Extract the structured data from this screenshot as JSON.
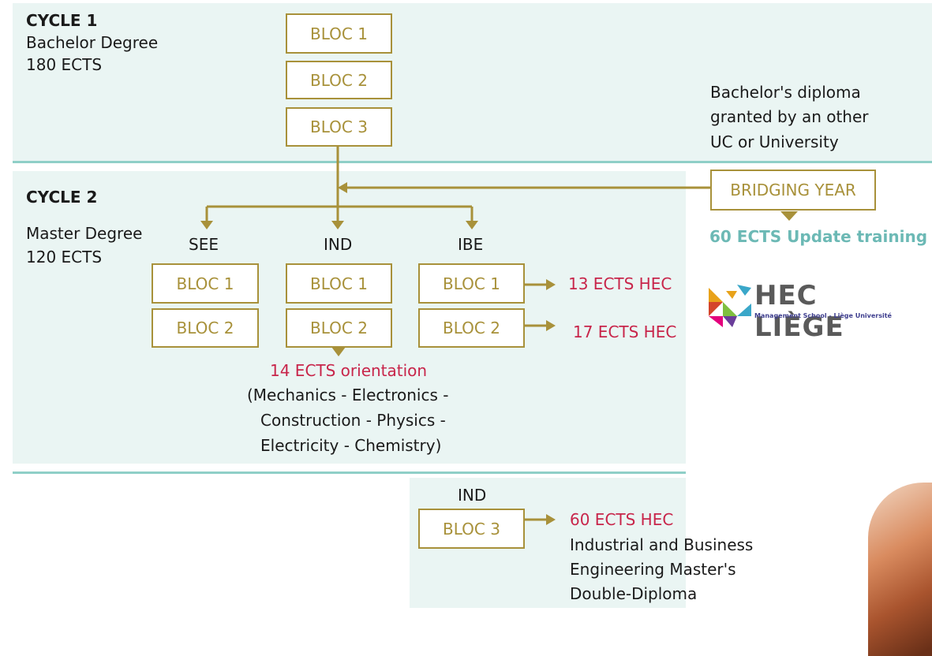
{
  "cycle1": {
    "title": "CYCLE 1",
    "degree": "Bachelor Degree",
    "ects": "180 ECTS",
    "blocs": [
      "BLOC 1",
      "BLOC 2",
      "BLOC 3"
    ]
  },
  "external": {
    "line1": "Bachelor's diploma",
    "line2": "granted by an other",
    "line3": "UC or University",
    "bridging": "BRIDGING YEAR",
    "update": "60 ECTS Update training"
  },
  "cycle2": {
    "title": "CYCLE 2",
    "degree": "Master Degree",
    "ects": "120 ECTS",
    "tracks": [
      {
        "name": "SEE",
        "blocs": [
          "BLOC 1",
          "BLOC 2"
        ]
      },
      {
        "name": "IND",
        "blocs": [
          "BLOC 1",
          "BLOC 2"
        ]
      },
      {
        "name": "IBE",
        "blocs": [
          "BLOC 1",
          "BLOC 2"
        ]
      }
    ],
    "ibe_hec": [
      "13 ECTS HEC",
      "17 ECTS HEC"
    ],
    "orientation": {
      "title": "14 ECTS orientation",
      "line1": "(Mechanics - Electronics -",
      "line2": "Construction - Physics -",
      "line3": "Electricity - Chemistry)"
    }
  },
  "logo": {
    "name": "HEC LIÈGE",
    "tagline": "Management School - Liège Université",
    "colors": [
      "#e8a21a",
      "#d4452b",
      "#7fbf3f",
      "#6a3d9a",
      "#3aa7c9",
      "#e4007c"
    ]
  },
  "double_diploma": {
    "track": "IND",
    "bloc": "BLOC 3",
    "hec": "60 ECTS HEC",
    "line1": "Industrial and Business",
    "line2": "Engineering Master's",
    "line3": "Double-Diploma"
  },
  "colors": {
    "gold": "#a8913a",
    "red": "#c8254a",
    "teal": "#6cb9b5",
    "panel": "#eaf5f3"
  }
}
